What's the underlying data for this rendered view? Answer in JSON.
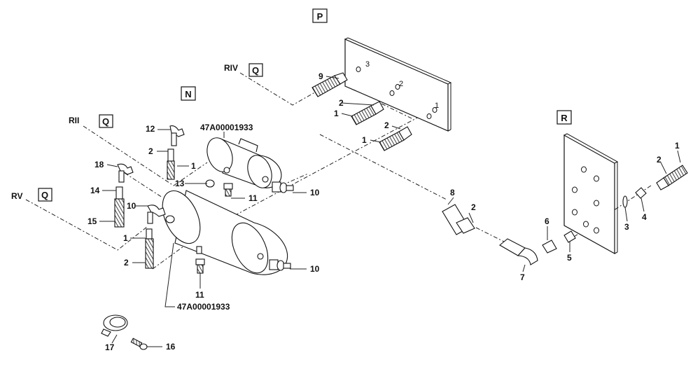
{
  "diagram": {
    "view_labels": {
      "P": "P",
      "N": "N",
      "R": "R",
      "Q1": "Q",
      "Q2": "Q",
      "Q3": "Q"
    },
    "refs": {
      "RIV": "RIV",
      "RII": "RII",
      "RV": "RV"
    },
    "part_numbers": {
      "tank_upper": "47A00001933",
      "tank_lower": "47A00001933"
    },
    "callouts": {
      "c9": "9",
      "c3_plate": "3",
      "c2a": "2",
      "c2b": "2",
      "c2c": "2",
      "c1a": "1",
      "c1b": "1",
      "c1_plate": "1",
      "c12": "12",
      "c2_n": "2",
      "c1_n": "1",
      "c13": "13",
      "c11a": "11",
      "c10a": "10",
      "c18": "18",
      "c14": "14",
      "c15": "15",
      "c10b": "10",
      "c1_l": "1",
      "c2_l": "2",
      "c11b": "11",
      "c10c": "10",
      "c17": "17",
      "c16": "16",
      "c8": "8",
      "c2_r": "2",
      "c7": "7",
      "c6": "6",
      "c5": "5",
      "c3_r": "3",
      "c4": "4",
      "c2_rr": "2",
      "c1_rr": "1"
    }
  }
}
